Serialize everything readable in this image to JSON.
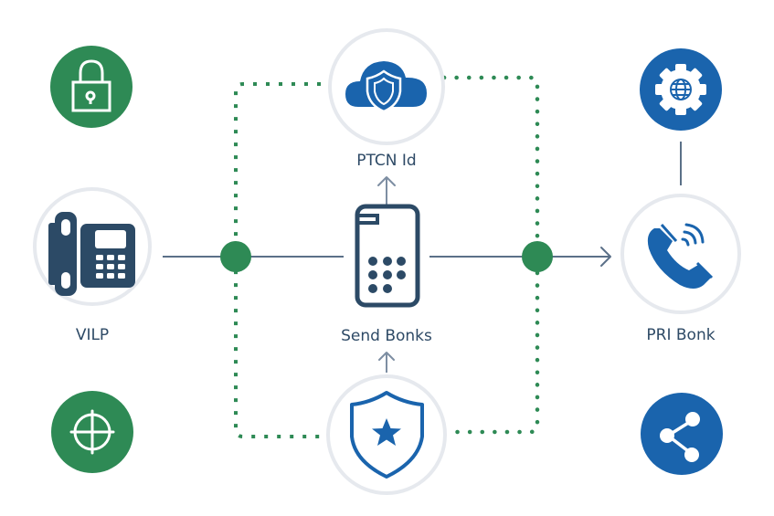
{
  "diagram": {
    "title": "",
    "colors": {
      "green": "#2e8a55",
      "blue": "#1a64ad",
      "navy": "#2c4a66",
      "line": "#5b7088",
      "ring": "#e6e9ee"
    },
    "nodes": {
      "lock": {
        "icon": "lock-icon",
        "label": ""
      },
      "cloud": {
        "icon": "cloud-shield-icon",
        "label": "PTCN Id"
      },
      "gear": {
        "icon": "gear-globe-icon",
        "label": ""
      },
      "desk_phone": {
        "icon": "desk-phone-icon",
        "label": "VILP"
      },
      "mobile": {
        "icon": "mobile-keypad-icon",
        "label": "Send Bonks"
      },
      "call": {
        "icon": "phone-call-icon",
        "label": "PRI Bonk"
      },
      "crosshair": {
        "icon": "crosshair-icon",
        "label": ""
      },
      "shield": {
        "icon": "shield-star-icon",
        "label": ""
      },
      "share": {
        "icon": "share-icon",
        "label": ""
      }
    }
  }
}
